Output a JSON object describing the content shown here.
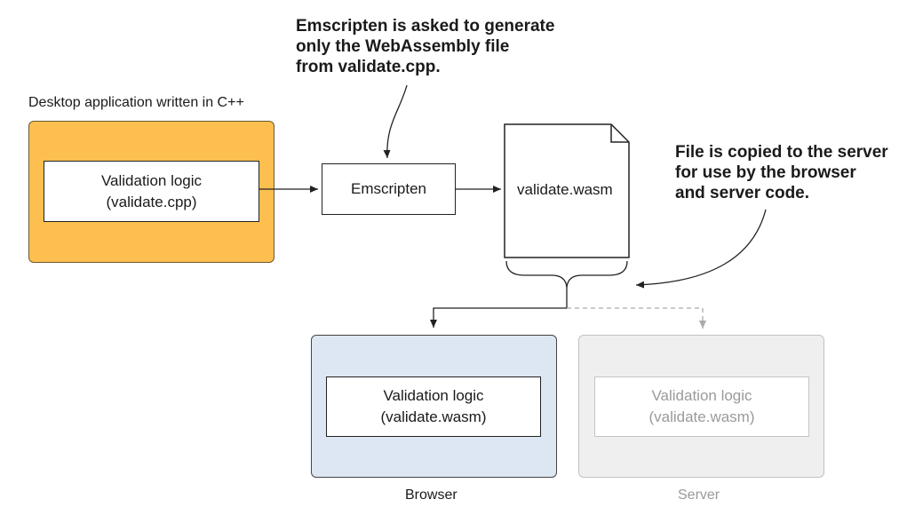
{
  "notes": {
    "emscripten_note": "Emscripten is asked to generate\nonly the WebAssembly file\nfrom validate.cpp.",
    "copy_note": "File is copied to the server\nfor use by the browser\nand server code."
  },
  "desktop": {
    "title": "Desktop application written in C++",
    "inner_line1": "Validation logic",
    "inner_line2": "(validate.cpp)",
    "fill_color": "#fdbf4f"
  },
  "emscripten": {
    "label": "Emscripten"
  },
  "wasm_file": {
    "label": "validate.wasm"
  },
  "browser": {
    "inner_line1": "Validation logic",
    "inner_line2": "(validate.wasm)",
    "caption": "Browser",
    "fill_color": "#dce7f3"
  },
  "server": {
    "inner_line1": "Validation logic",
    "inner_line2": "(validate.wasm)",
    "caption": "Server",
    "fill_color": "#efefef",
    "text_color": "#9a9a9a"
  }
}
